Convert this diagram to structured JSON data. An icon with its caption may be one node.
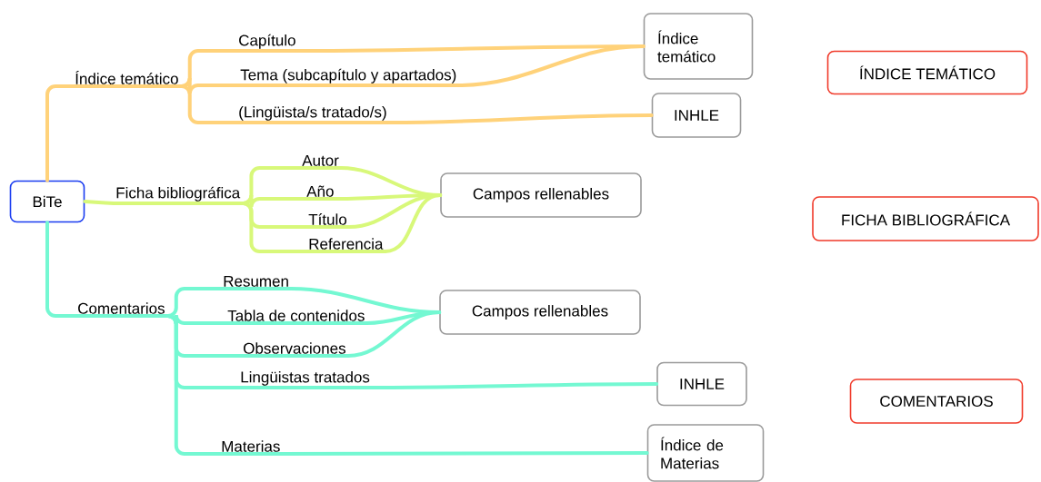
{
  "diagram": {
    "nodes": [
      {
        "text": [
          "BiTe"
        ]
      },
      {
        "text": [
          "Índice temático"
        ]
      },
      {
        "text": [
          "Capítulo"
        ]
      },
      {
        "text": [
          "Tema (subcapítulo y apartados)"
        ]
      },
      {
        "text": [
          "(Lingüista/s tratado/s)"
        ]
      },
      {
        "text": [
          "Índice temático"
        ]
      },
      {
        "text": [
          "INHLE"
        ]
      },
      {
        "text": [
          "Ficha bibliográfica"
        ]
      },
      {
        "text": [
          "Autor"
        ]
      },
      {
        "text": [
          "Año"
        ]
      },
      {
        "text": [
          "Título"
        ]
      },
      {
        "text": [
          "Referencia"
        ]
      },
      {
        "text": [
          "Campos rellenables"
        ]
      },
      {
        "text": [
          "Comentarios"
        ]
      },
      {
        "text": [
          "Resumen"
        ]
      },
      {
        "text": [
          "Tabla de contenidos"
        ]
      },
      {
        "text": [
          "Observaciones"
        ]
      },
      {
        "text": [
          "Lingüistas tratados"
        ]
      },
      {
        "text": [
          "Materias"
        ]
      },
      {
        "text": [
          "Campos rellenables"
        ]
      },
      {
        "text": [
          "INHLE"
        ]
      },
      {
        "text": [
          "Índice de Materias"
        ]
      },
      {
        "text": [
          "ÍNDICE TEMÁTICO"
        ]
      },
      {
        "text": [
          "FICHA BIBLIOGRÁFICA"
        ]
      },
      {
        "text": [
          "COMENTARIOS"
        ]
      }
    ],
    "edges": [
      {
        "from": 0,
        "to": 1,
        "arrow": "none",
        "color": "#ffd27a"
      },
      {
        "from": 1,
        "to": 2,
        "arrow": "none",
        "color": "#ffd27a"
      },
      {
        "from": 1,
        "to": 3,
        "arrow": "none",
        "color": "#ffd27a"
      },
      {
        "from": 1,
        "to": 4,
        "arrow": "none",
        "color": "#ffd27a"
      },
      {
        "from": 2,
        "to": 5,
        "arrow": "none",
        "color": "#ffd27a"
      },
      {
        "from": 3,
        "to": 5,
        "arrow": "none",
        "color": "#ffd27a"
      },
      {
        "from": 4,
        "to": 6,
        "arrow": "none",
        "color": "#ffd27a"
      },
      {
        "from": 0,
        "to": 7,
        "arrow": "none",
        "color": "#d8f87a"
      },
      {
        "from": 7,
        "to": 8,
        "arrow": "none",
        "color": "#d8f87a"
      },
      {
        "from": 7,
        "to": 9,
        "arrow": "none",
        "color": "#d8f87a"
      },
      {
        "from": 7,
        "to": 10,
        "arrow": "none",
        "color": "#d8f87a"
      },
      {
        "from": 7,
        "to": 11,
        "arrow": "none",
        "color": "#d8f87a"
      },
      {
        "from": 8,
        "to": 12,
        "arrow": "none",
        "color": "#d8f87a"
      },
      {
        "from": 9,
        "to": 12,
        "arrow": "none",
        "color": "#d8f87a"
      },
      {
        "from": 10,
        "to": 12,
        "arrow": "none",
        "color": "#d8f87a"
      },
      {
        "from": 11,
        "to": 12,
        "arrow": "none",
        "color": "#d8f87a"
      },
      {
        "from": 0,
        "to": 13,
        "arrow": "none"
      },
      {
        "from": 13,
        "to": 14,
        "arrow": "none"
      },
      {
        "from": 13,
        "to": 15,
        "arrow": "none"
      },
      {
        "from": 13,
        "to": 16,
        "arrow": "none"
      },
      {
        "from": 13,
        "to": 17,
        "arrow": "none"
      },
      {
        "from": 13,
        "to": 18,
        "arrow": "none"
      },
      {
        "from": 14,
        "to": 19,
        "arrow": "none"
      },
      {
        "from": 15,
        "to": 19,
        "arrow": "none"
      },
      {
        "from": 16,
        "to": 19,
        "arrow": "none"
      },
      {
        "from": 17,
        "to": 20,
        "arrow": "none"
      },
      {
        "from": 18,
        "to": 21,
        "arrow": "none"
      }
    ]
  }
}
